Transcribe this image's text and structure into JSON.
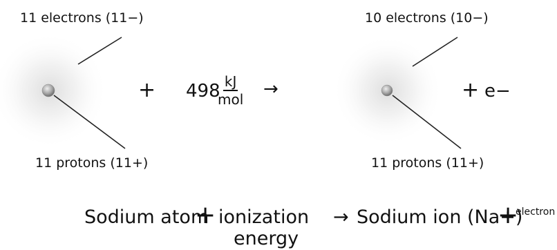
{
  "left_atom": {
    "electrons_label": "11 electrons (11−)",
    "protons_label": "11 protons (11+)"
  },
  "right_ion": {
    "electrons_label": "10 electrons (10−)",
    "protons_label": "11 protons (11+)"
  },
  "equation": {
    "plus_1": "+",
    "energy_value": "498",
    "energy_unit_numerator": "kJ",
    "energy_unit_denominator": "mol",
    "arrow": "→",
    "plus_2": "+",
    "electron_symbol": "e−"
  },
  "caption": {
    "term_1": "Sodium atom",
    "plus_1": "+",
    "term_2_line1": "ionization",
    "term_2_line2": "energy",
    "arrow": "→",
    "term_3": "Sodium ion (Na+)",
    "plus_2": "+",
    "term_4": "electron"
  },
  "colors": {
    "glow": "#e6e6e6",
    "nucleus": "#9a9a9a",
    "line": "#222222"
  }
}
